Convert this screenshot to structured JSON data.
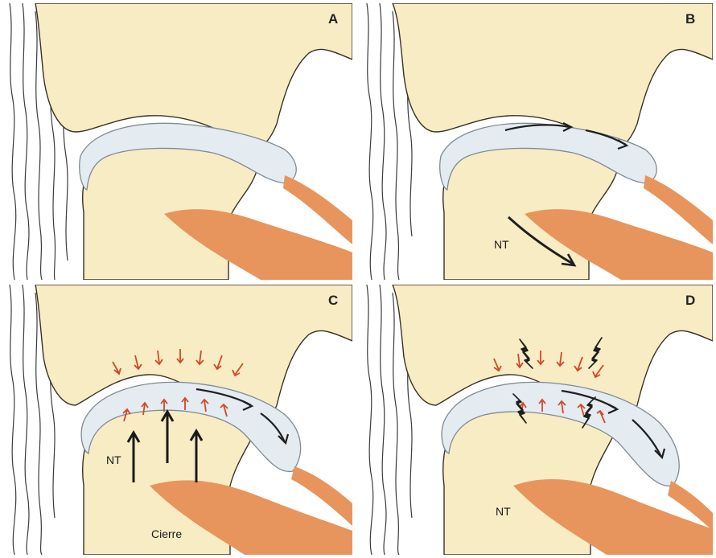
{
  "panels": [
    {
      "letter": "A",
      "labels": {}
    },
    {
      "letter": "B",
      "labels": {
        "nt": "NT"
      }
    },
    {
      "letter": "C",
      "labels": {
        "nt": "NT",
        "cierre": "Cierre"
      }
    },
    {
      "letter": "D",
      "labels": {
        "nt": "NT"
      }
    }
  ],
  "colors": {
    "bone_fill": "#f8ecc4",
    "bone_outline": "#3a3226",
    "disc_fill": "#e4ebf1",
    "disc_outline": "#7f8a95",
    "muscle": "#e7955c",
    "tissue_lines": "#3b3b3b",
    "force_arrow": "#d04a25",
    "motion_arrow": "#1f1f1f"
  },
  "icons": {
    "force_arrow": "small-red-arrow-icon",
    "motion_arrow": "curved-black-arrow-icon",
    "pressure_arrow": "black-upward-arrow-icon",
    "strain_mark": "zigzag-strain-icon"
  }
}
